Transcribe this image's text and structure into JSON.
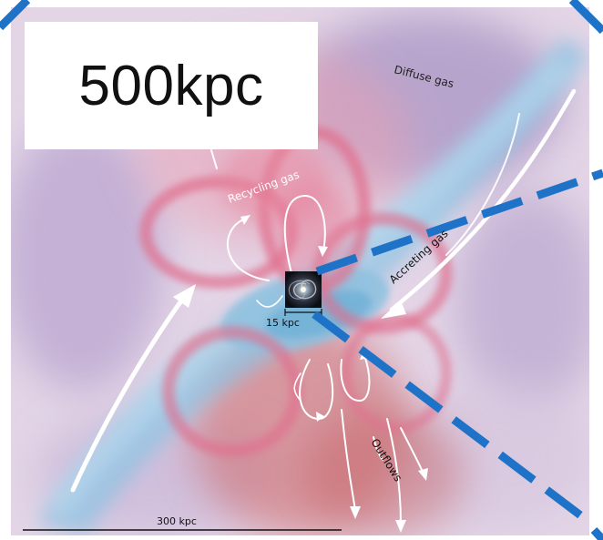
{
  "scale_label": "500kpc",
  "labels": {
    "diffuse_gas": "Diffuse gas",
    "recycling_gas": "Recycling gas",
    "accreting_gas": "Accreting gas",
    "outflows": "Outflows",
    "galaxy_size": "15 kpc",
    "scale_bar": "300 kpc"
  },
  "colors": {
    "dashed_lines": "#1e73c8",
    "accreting": "#8fc3e2",
    "recycling": "#e0708e",
    "diffuse": "#a994c4",
    "outflow": "#c45e62",
    "arrows": "#ffffff"
  }
}
